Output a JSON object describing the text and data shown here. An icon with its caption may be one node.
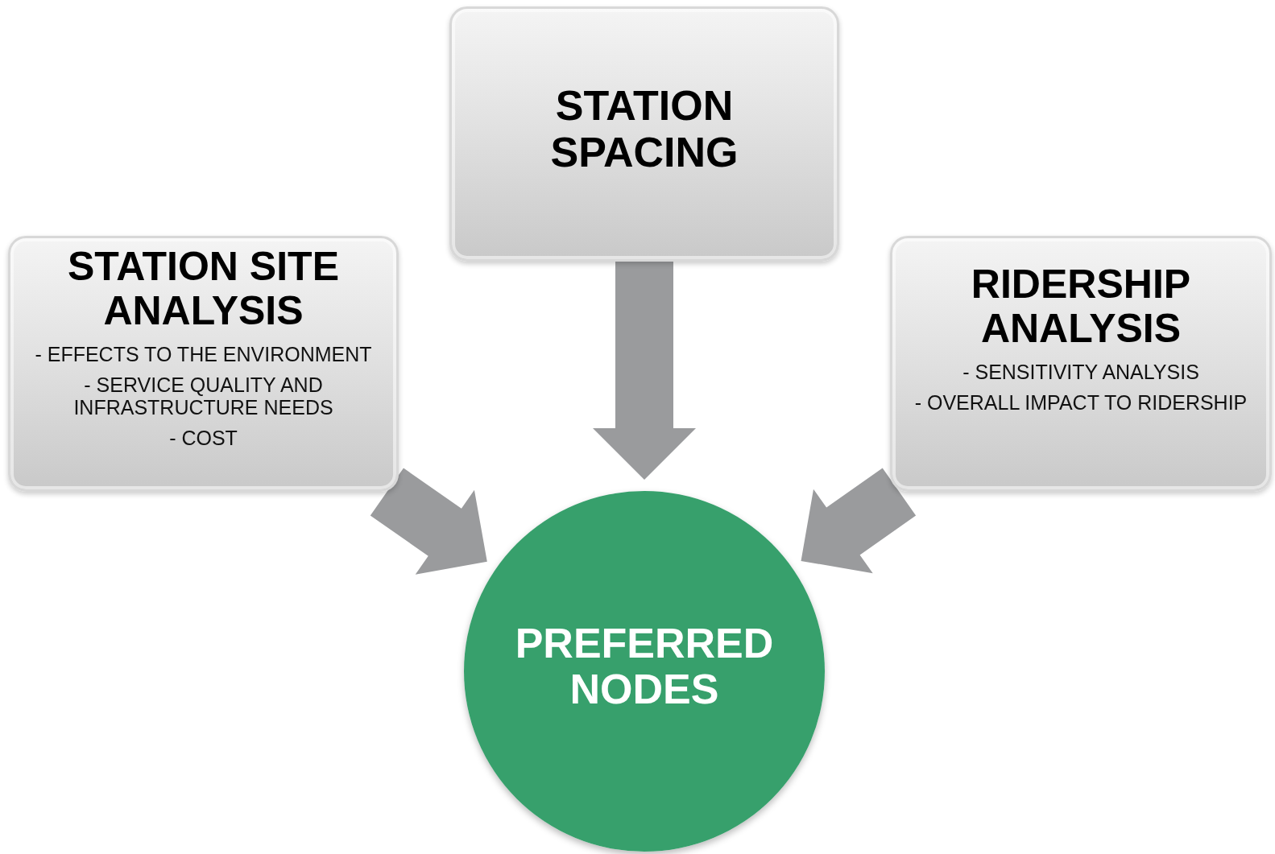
{
  "diagram": {
    "nodes": [
      {
        "text": [
          "STATION SITE ANALYSIS",
          "- EFFECTS TO THE ENVIRONMENT",
          "- SERVICE QUALITY AND INFRASTRUCTURE NEEDS",
          "- COST"
        ]
      },
      {
        "text": [
          "STATION SPACING"
        ]
      },
      {
        "text": [
          "RIDERSHIP ANALYSIS",
          "- SENSITIVITY ANALYSIS",
          "- OVERALL IMPACT TO RIDERSHIP"
        ]
      },
      {
        "text": [
          "PREFERRED NODES"
        ]
      }
    ],
    "edges": [
      {
        "from": 0,
        "to": 3,
        "arrow": "to"
      },
      {
        "from": 1,
        "to": 3,
        "arrow": "to"
      },
      {
        "from": 2,
        "to": 3,
        "arrow": "to"
      }
    ]
  }
}
